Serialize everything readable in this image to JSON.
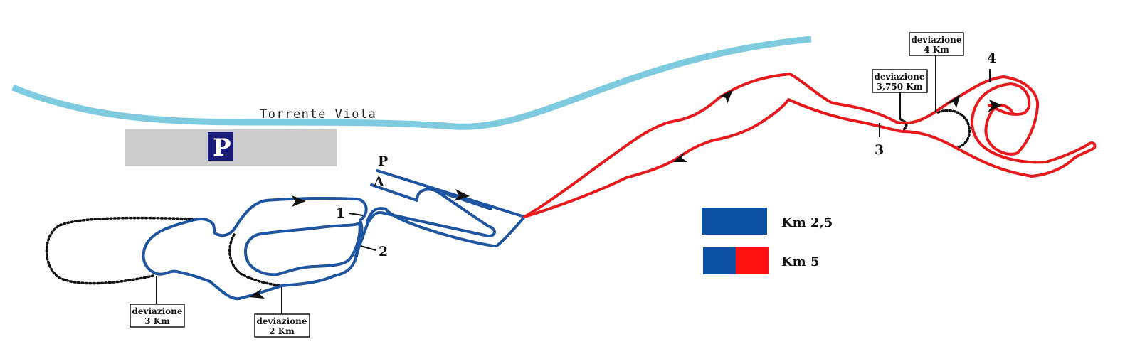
{
  "map": {
    "river": {
      "label": "Torrente Viola",
      "color": "#7ecbdf"
    },
    "parking": {
      "label": "P",
      "area_color": "#cccccc",
      "sign_color": "#1a1a7a"
    },
    "colors": {
      "blue_course": "#1f55a0",
      "red_course": "#e8191c",
      "detour": "#111111"
    },
    "markers": {
      "start": "P",
      "finish": "A",
      "km1": "1",
      "km2": "2",
      "km3": "3",
      "km4": "4"
    },
    "deviations": [
      {
        "line1": "deviazione",
        "line2": "3 Km"
      },
      {
        "line1": "deviazione",
        "line2": "2 Km"
      },
      {
        "line1": "deviazione",
        "line2": "3,750 Km"
      },
      {
        "line1": "deviazione",
        "line2": "4 Km"
      }
    ]
  },
  "legend": {
    "items": [
      {
        "label": "Km 2,5",
        "colors": [
          "#0d4fa0"
        ]
      },
      {
        "label": "Km 5",
        "colors": [
          "#0d4fa0",
          "#ff1010"
        ]
      }
    ]
  }
}
